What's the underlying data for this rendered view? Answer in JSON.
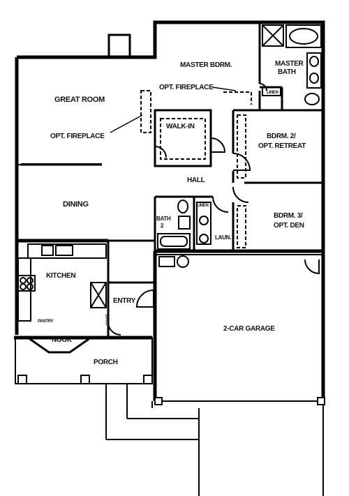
{
  "rooms": {
    "master_bdrm": "MASTER BDRM.",
    "master_bath_1": "MASTER",
    "master_bath_2": "BATH",
    "linen": "LINEN",
    "great_room": "GREAT ROOM",
    "opt_fireplace_left": "OPT. FIREPLACE",
    "opt_fireplace_master": "OPT. FIREPLACE",
    "walk_in": "WALK-IN",
    "bdrm2_1": "BDRM. 2/",
    "bdrm2_2": "OPT. RETREAT",
    "hall": "HALL",
    "dining": "DINING",
    "bath2_1": "BATH",
    "bath2_2": "2",
    "linen_hall": "LINEN",
    "laun": "LAUN.",
    "bdrm3_1": "BDRM. 3/",
    "bdrm3_2": "OPT. DEN",
    "kitchen": "KITCHEN",
    "entry": "ENTRY",
    "pantry": "PANTRY",
    "nook": "NOOK",
    "coat": "COAT",
    "garage": "2-CAR GARAGE",
    "porch": "PORCH"
  },
  "colors": {
    "wall": "#000000",
    "background": "#ffffff"
  }
}
